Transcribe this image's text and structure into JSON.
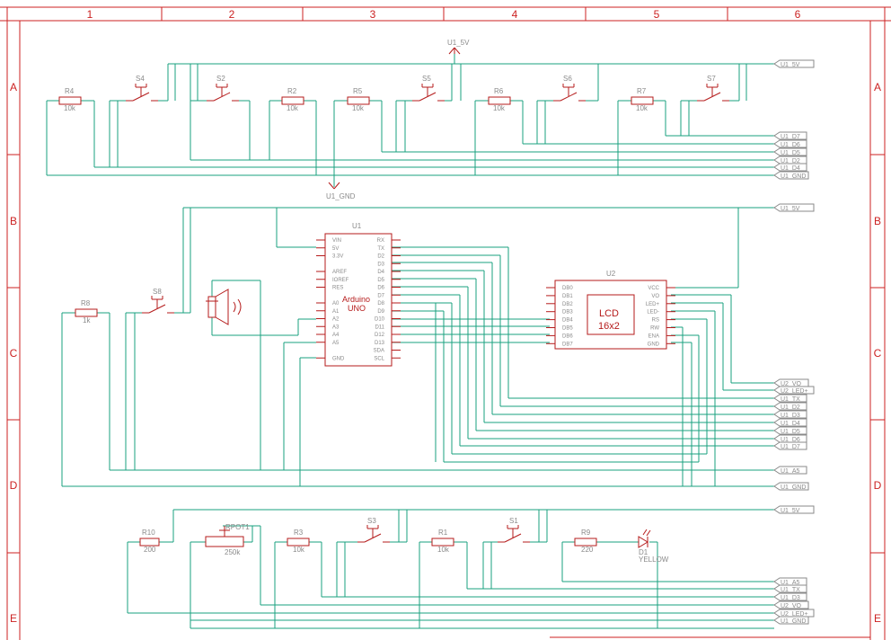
{
  "frame": {
    "columns": [
      "1",
      "2",
      "3",
      "4",
      "5",
      "6"
    ],
    "rows": [
      "A",
      "B",
      "C",
      "D",
      "E"
    ]
  },
  "colors": {
    "frame": "#cc2222",
    "wire": "#1aa17f",
    "part": "#b51b1b",
    "label": "#8a8a8a"
  },
  "top": {
    "power_symbol": "U1_5V",
    "ground_symbol": "U1_GND",
    "resistors": [
      {
        "name": "R4",
        "value": "10k"
      },
      {
        "name": "R2",
        "value": "10k"
      },
      {
        "name": "R5",
        "value": "10k"
      },
      {
        "name": "R6",
        "value": "10k"
      },
      {
        "name": "R7",
        "value": "10k"
      }
    ],
    "switches": [
      "S4",
      "S2",
      "S5",
      "S6",
      "S7"
    ],
    "net_labels": [
      "U1_5V",
      "U1_D7",
      "U1_D6",
      "U1_D5",
      "U1_D2",
      "U1_D4",
      "U1_GND"
    ]
  },
  "middle": {
    "uno": {
      "ref": "U1",
      "title_line1": "Arduino",
      "title_line2": "UNO",
      "left_pins": [
        "VIN",
        "5V",
        "3.3V",
        "",
        "AREF",
        "IOREF",
        "RES",
        "",
        "A0",
        "A1",
        "A2",
        "A3",
        "A4",
        "A5",
        "",
        "GND"
      ],
      "right_pins": [
        "RX",
        "TX",
        "D2",
        "D3",
        "D4",
        "D5",
        "D6",
        "D7",
        "D8",
        "D9",
        "D10",
        "D11",
        "D12",
        "D13",
        "SDA",
        "SCL"
      ]
    },
    "lcd": {
      "ref": "U2",
      "title_line1": "LCD",
      "title_line2": "16x2",
      "left_pins": [
        "DB0",
        "DB1",
        "DB2",
        "DB3",
        "DB4",
        "DB5",
        "DB6",
        "DB7"
      ],
      "right_pins": [
        "VCC",
        "VO",
        "LED+",
        "LED-",
        "RS",
        "RW",
        "ENA",
        "GND"
      ]
    },
    "r8": {
      "name": "R8",
      "value": "1k"
    },
    "s8": "S8",
    "net_labels": [
      "U1_5V",
      "U2_VO",
      "U2_LED+",
      "U1_TX",
      "U1_D2",
      "U1_D3",
      "U1_D4",
      "U1_D5",
      "U1_D6",
      "U1_D7",
      "U1_A5",
      "U1_GND"
    ]
  },
  "bottom": {
    "r10": {
      "name": "R10",
      "value": "200"
    },
    "rpot": {
      "name": "RPOT1",
      "value": "250k"
    },
    "r3": {
      "name": "R3",
      "value": "10k"
    },
    "s3": "S3",
    "r1": {
      "name": "R1",
      "value": "10k"
    },
    "s1": "S1",
    "r9": {
      "name": "R9",
      "value": "220"
    },
    "d1": {
      "name": "D1",
      "value": "YELLOW"
    },
    "net_labels": [
      "U1_5V",
      "U1_A5",
      "U1_TX",
      "U1_D3",
      "U2_VO",
      "U2_LED+",
      "U1_GND"
    ]
  }
}
